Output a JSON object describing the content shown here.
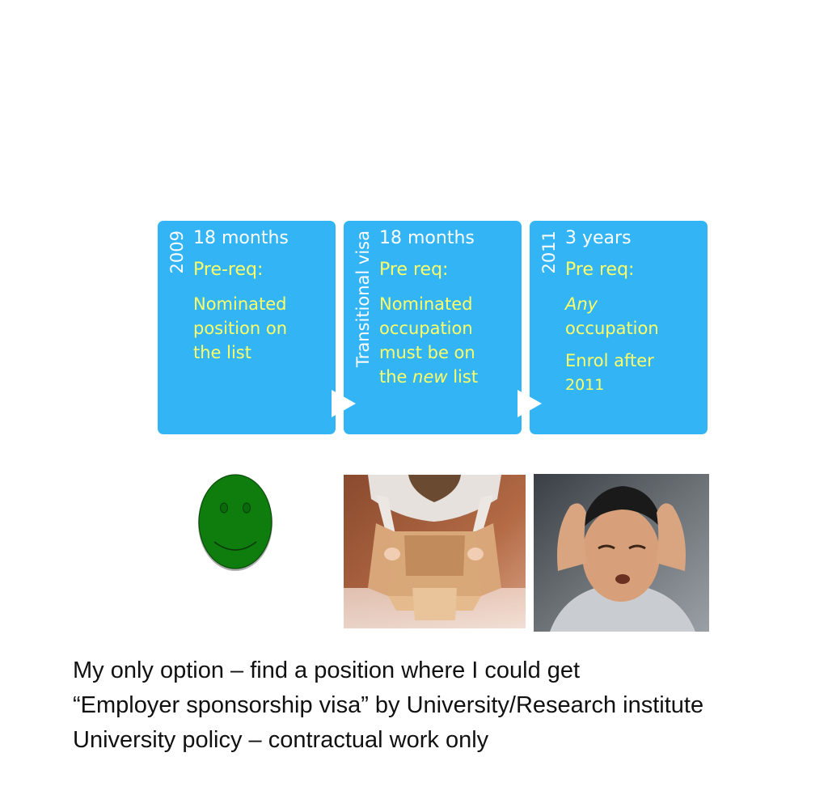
{
  "cards": [
    {
      "side_label": "2009",
      "duration": "18 months",
      "prereq": "Pre-req:",
      "detail_lines": [
        "Nominated",
        "position on",
        "the  list"
      ]
    },
    {
      "side_label": "Transitional visa",
      "duration": "18 months",
      "prereq": "Pre req:",
      "detail_lines": [
        "Nominated",
        "occupation",
        "must be on"
      ],
      "detail_last_prefix": "the ",
      "detail_last_emphasis": "new",
      "detail_last_suffix": " list"
    },
    {
      "side_label": "2011",
      "duration": "3 years",
      "prereq": "Pre req:",
      "detail_first_emphasis": "Any",
      "detail_lines": [
        "occupation"
      ],
      "extra_lines": [
        "Enrol after",
        "2011"
      ]
    }
  ],
  "icons": {
    "arrow_1": "play-arrow-icon",
    "arrow_2": "play-arrow-icon",
    "smiley": "smiley-face-icon"
  },
  "colors": {
    "card_background": "#33b5f5",
    "card_title": "#ffffff",
    "card_detail": "#ffff66",
    "smiley_fill": "#0e7d0e"
  },
  "caption_lines": [
    "My only option – find a position where I could get",
    "“Employer sponsorship visa” by University/Research institute",
    "University policy – contractual work only"
  ]
}
